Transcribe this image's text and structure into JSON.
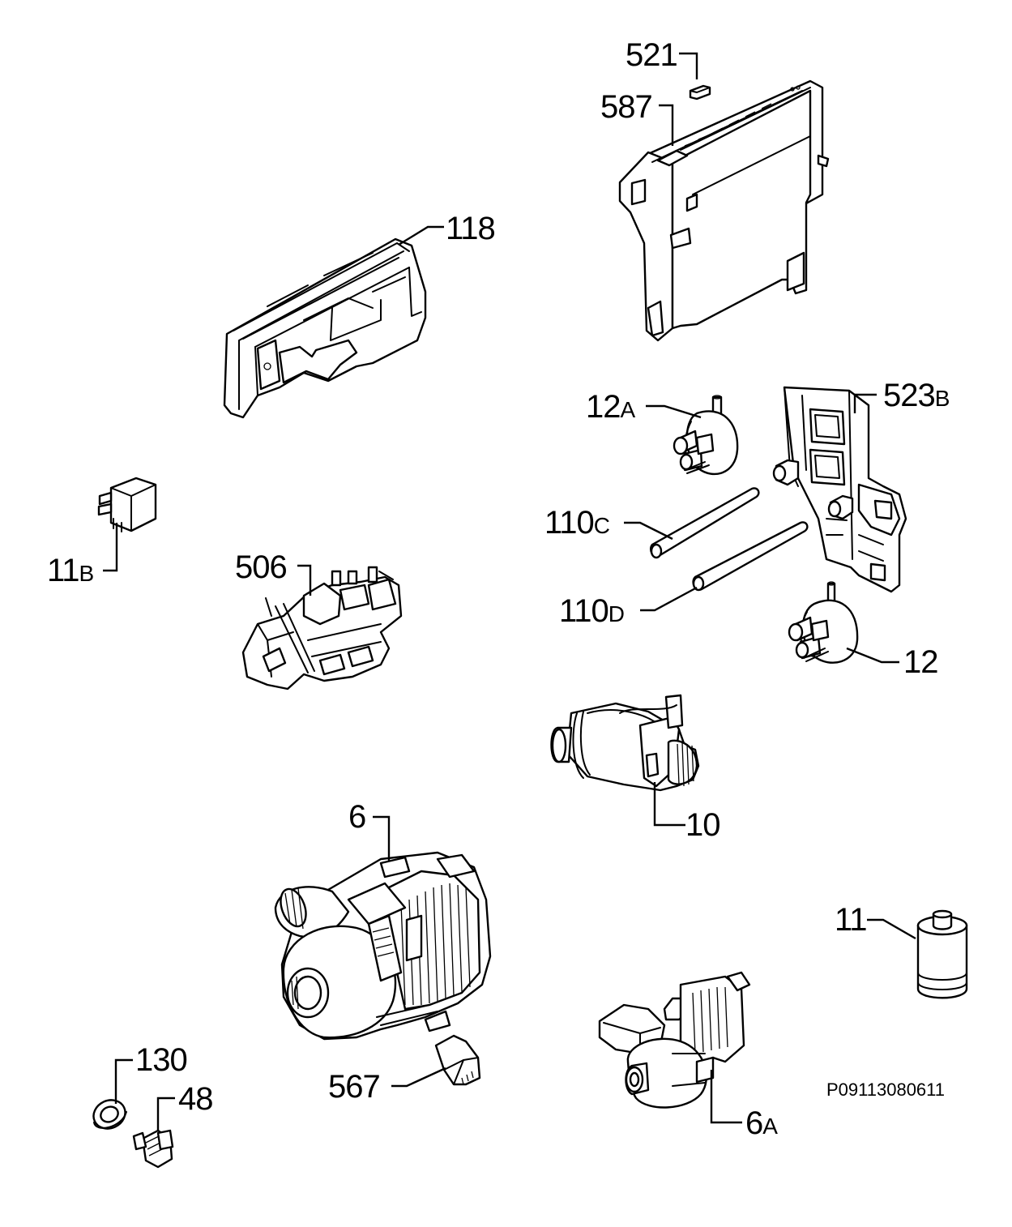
{
  "drawing_code": "P09113080611",
  "callouts": [
    {
      "id": "521",
      "number": "521",
      "suffix": ""
    },
    {
      "id": "587",
      "number": "587",
      "suffix": ""
    },
    {
      "id": "118",
      "number": "118",
      "suffix": ""
    },
    {
      "id": "12a",
      "number": "12",
      "suffix": "A"
    },
    {
      "id": "523b",
      "number": "523",
      "suffix": "B"
    },
    {
      "id": "11b",
      "number": "11",
      "suffix": "B"
    },
    {
      "id": "110c",
      "number": "110",
      "suffix": "C"
    },
    {
      "id": "506",
      "number": "506",
      "suffix": ""
    },
    {
      "id": "110d",
      "number": "110",
      "suffix": "D"
    },
    {
      "id": "12",
      "number": "12",
      "suffix": ""
    },
    {
      "id": "10",
      "number": "10",
      "suffix": ""
    },
    {
      "id": "6",
      "number": "6",
      "suffix": ""
    },
    {
      "id": "11",
      "number": "11",
      "suffix": ""
    },
    {
      "id": "130",
      "number": "130",
      "suffix": ""
    },
    {
      "id": "48",
      "number": "48",
      "suffix": ""
    },
    {
      "id": "567",
      "number": "567",
      "suffix": ""
    },
    {
      "id": "6a",
      "number": "6",
      "suffix": "A"
    }
  ]
}
